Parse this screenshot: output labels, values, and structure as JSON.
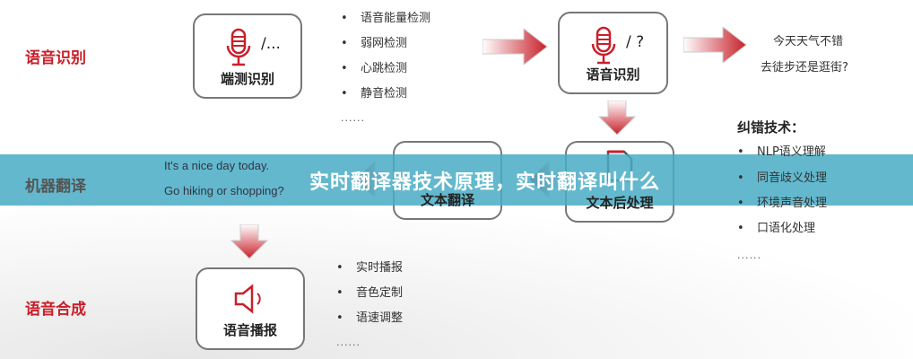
{
  "left_labels": {
    "asr": "语音识别",
    "mt": "机器翻译",
    "tts": "语音合成"
  },
  "boxes": {
    "endpoint": {
      "caption": "端测识别",
      "suffix": "/..."
    },
    "asr": {
      "caption": "语音识别",
      "suffix": "/ ?"
    },
    "translate": {
      "caption": "文本翻译"
    },
    "post": {
      "caption": "文本后处理"
    },
    "broadcast": {
      "caption": "语音播报"
    }
  },
  "endpoint_bullets": [
    "语音能量检测",
    "弱网检测",
    "心跳检测",
    "静音检测"
  ],
  "ellipsis": "......",
  "asr_output": [
    "今天天气不错",
    "去徒步还是逛街?"
  ],
  "correction": {
    "title": "纠错技术：",
    "items": [
      "NLP语义理解",
      "同音歧义处理",
      "环境声音处理",
      "口语化处理"
    ]
  },
  "english": [
    "It's a nice day today.",
    "Go hiking or shopping?"
  ],
  "tts_bullets": [
    "实时播报",
    "音色定制",
    "语速调整"
  ],
  "banner_title": "实时翻译器技术原理，实时翻译叫什么",
  "colors": {
    "accent": "#c8202a",
    "banner": "#48acc4"
  }
}
